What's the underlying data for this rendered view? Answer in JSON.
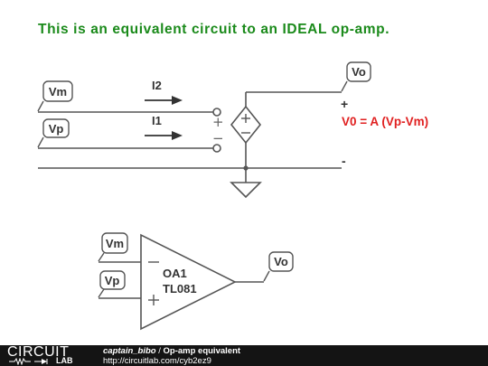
{
  "title": "This is an equivalent circuit to an IDEAL op-amp.",
  "colors": {
    "title": "#1a8a1a",
    "equation": "#e02020",
    "wire": "#555555",
    "footer_bg": "#141414"
  },
  "equivalent_circuit": {
    "input_labels": [
      "Vm",
      "Vp"
    ],
    "output_label": "Vo",
    "current_labels": [
      "I2",
      "I1"
    ],
    "source_signs": [
      "+",
      "−"
    ],
    "output_plus": "+",
    "output_minus": "-",
    "equation": "V0 = A (Vp-Vm)"
  },
  "opamp_symbol": {
    "input_labels": [
      "Vm",
      "Vp"
    ],
    "output_label": "Vo",
    "inverting_sign": "−",
    "noninverting_sign": "+",
    "name": "OA1",
    "part": "TL081"
  },
  "footer": {
    "logo_word": "CIRCUIT",
    "logo_sub": "LAB",
    "author": "captain_bibo",
    "separator": " / ",
    "circuit_title": "Op-amp equivalent",
    "url": "http://circuitlab.com/cyb2ez9"
  }
}
